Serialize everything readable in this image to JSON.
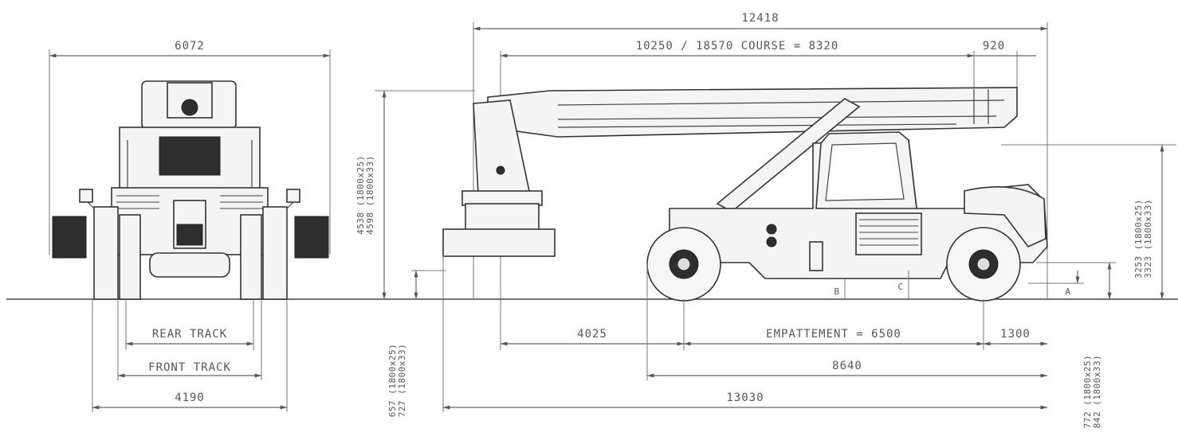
{
  "front_view": {
    "overall_width": "6072",
    "rear_track_label": "REAR TRACK",
    "front_track_label": "FRONT TRACK",
    "track_width": "4190",
    "height_label": "4538 (1800x25)\n4598 (1800x33)"
  },
  "side_view": {
    "overall_length_top": "12418",
    "boom_course": "10250 / 18570  COURSE = 8320",
    "boom_tip": "920",
    "front_overhang": "4025",
    "wheelbase": "EMPATTEMENT = 6500",
    "rear_overhang": "1300",
    "axle_to_rear": "8640",
    "overall_length": "13030",
    "spreader_height": "657 (1800x25)\n727 (1800x33)",
    "cab_height": "3253 (1800x25)\n3323 (1800x33)",
    "ground_clearance": "772 (1800x25)\n842 (1800x33)",
    "mark_a": "A",
    "mark_b": "B",
    "mark_c": "C"
  },
  "colors": {
    "line": "#555555",
    "body": "#f4f4f4",
    "dark": "#2e2e2e"
  }
}
